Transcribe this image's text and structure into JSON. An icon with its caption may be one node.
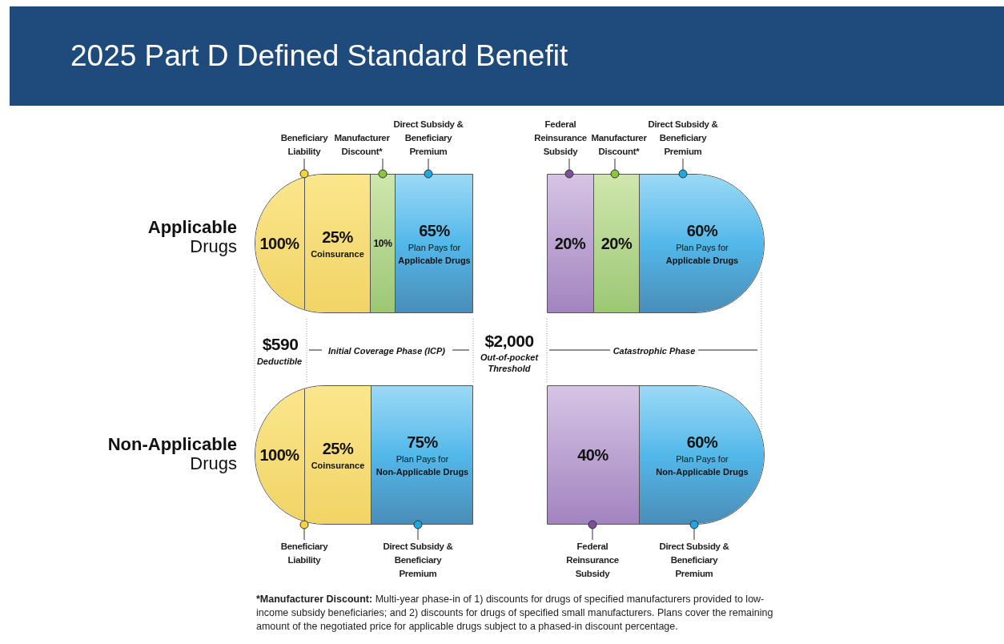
{
  "diagram": {
    "title": "2025 Part D Defined Standard Benefit",
    "nodes": [
      {
        "text": [
          "Beneficiary Liability"
        ]
      },
      {
        "text": [
          "Manufacturer Discount*"
        ]
      },
      {
        "text": [
          "Direct Subsidy & Beneficiary Premium"
        ]
      },
      {
        "text": [
          "Federal Reinsurance Subsidy"
        ]
      },
      {
        "text": [
          "Manufacturer Discount*"
        ]
      },
      {
        "text": [
          "Direct Subsidy & Beneficiary Premium"
        ]
      },
      {
        "text": [
          "100%"
        ]
      },
      {
        "text": [
          "25%",
          "Coinsurance"
        ]
      },
      {
        "text": [
          "10%"
        ]
      },
      {
        "text": [
          "65%",
          "Plan Pays for **Applicable Drugs**"
        ]
      },
      {
        "text": [
          "20%"
        ]
      },
      {
        "text": [
          "20%"
        ]
      },
      {
        "text": [
          "60%",
          "Plan Pays for **Applicable Drugs**"
        ]
      },
      {
        "text": [
          "100%"
        ]
      },
      {
        "text": [
          "25%",
          "Coinsurance"
        ]
      },
      {
        "text": [
          "75%",
          "Plan Pays for **Non-Applicable Drugs**"
        ]
      },
      {
        "text": [
          "40%"
        ]
      },
      {
        "text": [
          "60%",
          "Plan Pays for **Non-Applicable Drugs**"
        ]
      },
      {
        "text": [
          "Beneficiary Liability"
        ]
      },
      {
        "text": [
          "Direct Subsidy & Beneficiary Premium"
        ]
      },
      {
        "text": [
          "Federal Reinsurance Subsidy"
        ]
      },
      {
        "text": [
          "Direct Subsidy & Beneficiary Premium"
        ]
      }
    ],
    "edges": [
      {
        "from": 0,
        "to": 6,
        "arrow": "other"
      },
      {
        "from": 1,
        "to": 8,
        "arrow": "other"
      },
      {
        "from": 2,
        "to": 9,
        "arrow": "other"
      },
      {
        "from": 3,
        "to": 10,
        "arrow": "other"
      },
      {
        "from": 4,
        "to": 11,
        "arrow": "other"
      },
      {
        "from": 5,
        "to": 12,
        "arrow": "other"
      },
      {
        "from": 18,
        "to": 13,
        "arrow": "other"
      },
      {
        "from": 19,
        "to": 15,
        "arrow": "other"
      },
      {
        "from": 20,
        "to": 16,
        "arrow": "other"
      },
      {
        "from": 21,
        "to": 17,
        "arrow": "other"
      }
    ],
    "labels": [
      "**Applicable** Drugs",
      "$590",
      "Deductible",
      "Initial Coverage Phase (ICP)",
      "$2,000",
      "Out-of-pocket Threshold",
      "Catastrophic Phase",
      "**Non-Applicable** Drugs",
      "***Manufacturer Discount:** Multi-year phase-in of 1) discounts for drugs of specified manufacturers provided to low-income subsidy beneficiaries; and 2) discounts for drugs of specified small manufacturers. Plans cover the remaining amount of the negotiated price for applicable drugs subject to a phased-in discount percentage."
    ]
  }
}
